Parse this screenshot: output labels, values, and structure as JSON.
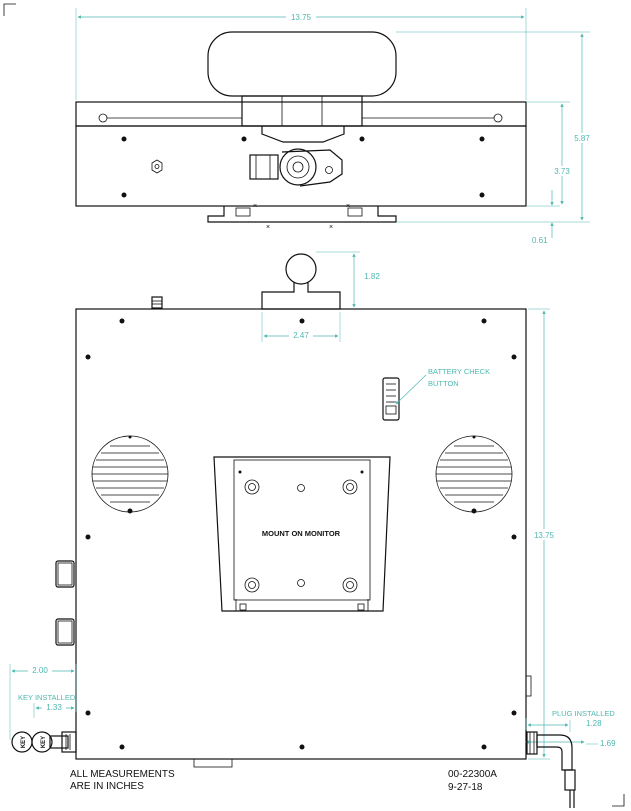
{
  "dimensions": {
    "top_width": "13.75",
    "total_height": "5.87",
    "body_height": "3.73",
    "foot_offset": "0.61",
    "ball_height": "1.82",
    "ball_base_width": "2.47",
    "front_height": "13.75",
    "key_offset_outer": "2.00",
    "key_offset_inner": "1.33",
    "plug_offset_top": "1.28",
    "plug_offset_bottom": "1.69"
  },
  "callouts": {
    "battery_line1": "BATTERY CHECK",
    "battery_line2": "BUTTON",
    "key_installed": "KEY INSTALLED",
    "plug_installed": "PLUG INSTALLED"
  },
  "labels": {
    "mount_on_monitor": "MOUNT ON MONITOR",
    "key_tag": "KEY"
  },
  "notes": {
    "measure_line1": "ALL MEASUREMENTS",
    "measure_line2": "ARE IN INCHES",
    "part_number": "00-22300A",
    "date": "9-27-18"
  },
  "colors": {
    "dimension": "#4fb7b0",
    "outline": "#111111"
  }
}
